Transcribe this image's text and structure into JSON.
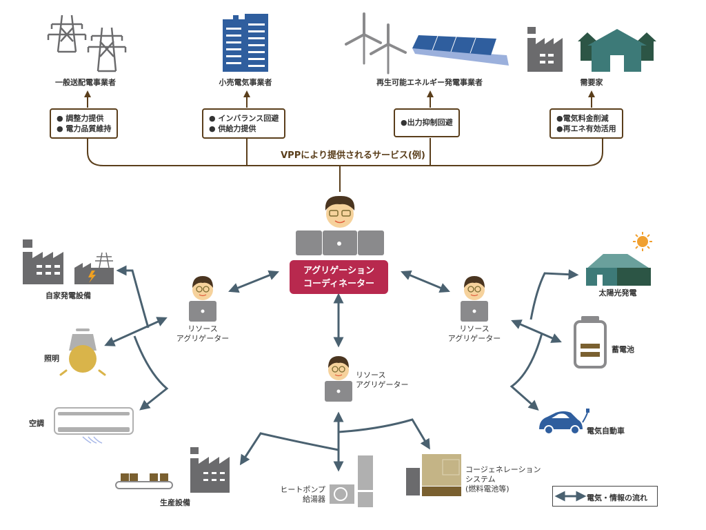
{
  "top_services": {
    "title": "VPPにより提供されるサービス(例)",
    "recipients": [
      {
        "name": "一般送配電事業者",
        "icon": "transmission-tower-icon",
        "services": [
          "● 調整力提供",
          "● 電力品質維持"
        ]
      },
      {
        "name": "小売電気事業者",
        "icon": "office-building-icon",
        "services": [
          "● インバランス回避",
          "● 供給力提供"
        ]
      },
      {
        "name": "再生可能エネルギー発電事業者",
        "icon": "wind-solar-icon",
        "services": [
          "●出力抑制回避"
        ]
      },
      {
        "name": "需要家",
        "icon": "factory-houses-icon",
        "services": [
          "●電気料金削減",
          "●再エネ有効活用"
        ]
      }
    ]
  },
  "coordinator": {
    "line1": "アグリゲーション",
    "line2": "コーディネーター"
  },
  "aggregators": {
    "left": {
      "line1": "リソース",
      "line2": "アグリゲーター"
    },
    "right": {
      "line1": "リソース",
      "line2": "アグリゲーター"
    },
    "center": {
      "line1": "リソース",
      "line2": "アグリゲーター"
    }
  },
  "resources": {
    "left": [
      "自家発電設備",
      "照明",
      "空調"
    ],
    "right": [
      "太陽光発電",
      "蓄電池",
      "電気自動車"
    ],
    "bottom": {
      "production": "生産設備",
      "heatpump_line1": "ヒートポンプ",
      "heatpump_line2": "給湯器",
      "cogen_line1": "コージェネレーション",
      "cogen_line2": "システム",
      "cogen_line3": "(燃料電池等)"
    }
  },
  "legend": {
    "label": "電気・情報の流れ"
  },
  "colors": {
    "brown": "#5a3e1b",
    "arrow": "#4a6170",
    "coordinator": "#b8294e",
    "building_blue": "#2f5e9e",
    "teal": "#3d7a78",
    "gray": "#6b6b6d"
  }
}
